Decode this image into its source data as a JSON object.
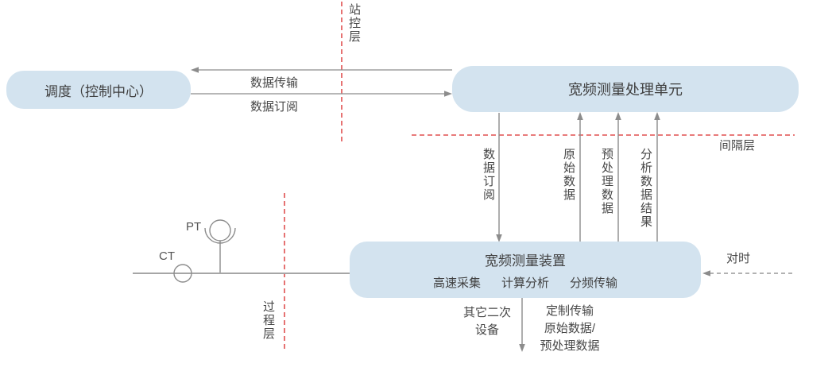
{
  "nodes": {
    "dispatch": {
      "label": "调度（控制中心）"
    },
    "processing_unit": {
      "label": "宽频测量处理单元"
    },
    "measurement_device": {
      "title": "宽频测量装置",
      "functions": [
        "高速采集",
        "计算分析",
        "分频传输"
      ]
    }
  },
  "layers": {
    "station": {
      "label": "站控层"
    },
    "bay": {
      "label": "间隔层"
    },
    "process": {
      "label": "过程层"
    }
  },
  "flows": {
    "data_transfer": {
      "label": "数据传输"
    },
    "data_subscribe_horizontal": {
      "label": "数据订阅"
    },
    "data_subscribe_vertical": {
      "label": "数据订阅"
    },
    "raw_data": {
      "label": "原始数据"
    },
    "preprocessed_data": {
      "label": "预处理数据"
    },
    "analysis_result": {
      "label": "分析数据结果"
    },
    "time_sync": {
      "label": "对时"
    },
    "other_secondary": {
      "line1": "其它二次",
      "line2": "设备"
    },
    "custom_transfer": {
      "line1": "定制传输",
      "line2": "原始数据/",
      "line3": "预处理数据"
    }
  },
  "sensors": {
    "ct": {
      "label": "CT"
    },
    "pt": {
      "label": "PT"
    }
  },
  "colors": {
    "node_fill": "#d3e3ef",
    "text": "#3f3f3f",
    "arrow_gray": "#8c8c8c",
    "bus_gray": "#a6a6a6",
    "layer_divider_red": "#e04f4f"
  }
}
